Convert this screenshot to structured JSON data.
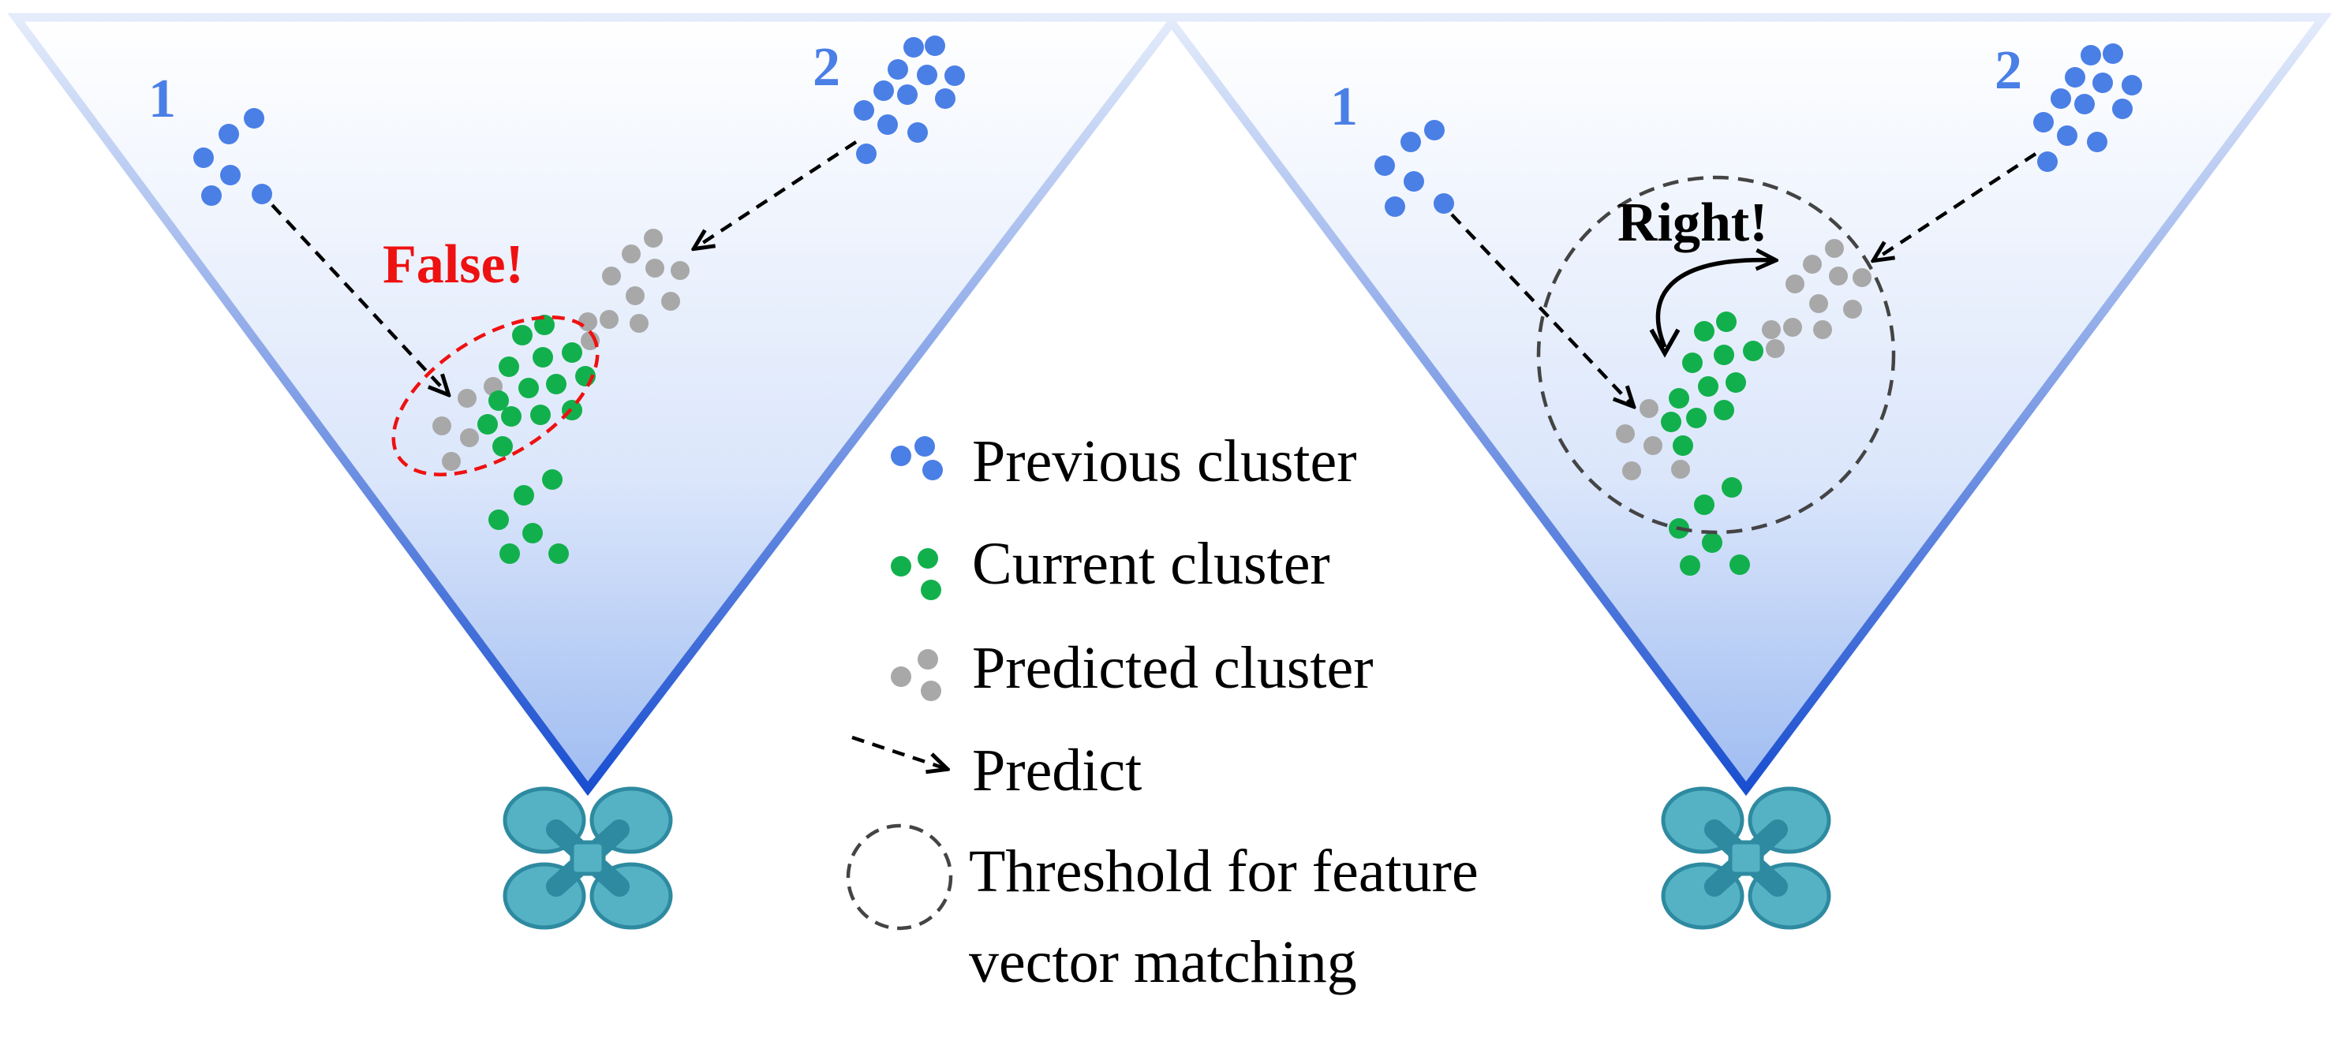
{
  "panels": {
    "left": {
      "cluster_labels": [
        "1",
        "2"
      ],
      "verdict": "False!",
      "verdict_color": "#ee1111"
    },
    "right": {
      "cluster_labels": [
        "1",
        "2"
      ],
      "verdict": "Right!",
      "verdict_color": "#000000"
    }
  },
  "legend": {
    "items": [
      {
        "icon": "previous-cluster-dots-icon",
        "label": "Previous cluster"
      },
      {
        "icon": "current-cluster-dots-icon",
        "label": "Current cluster"
      },
      {
        "icon": "predicted-cluster-dots-icon",
        "label": "Predicted cluster"
      },
      {
        "icon": "predict-arrow-icon",
        "label": "Predict"
      },
      {
        "icon": "threshold-circle-icon",
        "label": "Threshold for feature",
        "label_line2": "vector matching"
      }
    ]
  },
  "colors": {
    "previous": "#4a7fe6",
    "current": "#12b04c",
    "predicted": "#a8a8a8",
    "cone_edge": "#1a4fd0",
    "drone": "#55b2c4",
    "drone_edge": "#2e8aa0",
    "label_blue": "#4a7fe6"
  }
}
